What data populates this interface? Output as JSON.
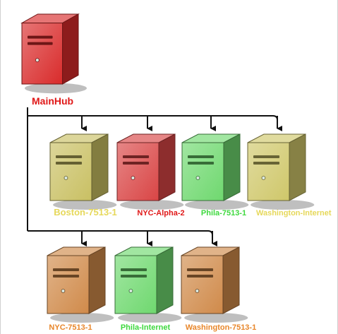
{
  "diagram": {
    "hub": {
      "label": "MainHub",
      "color": "#d92b2b",
      "label_color": "#e01818"
    },
    "servers": [
      {
        "label": "Boston-7513-1",
        "color": "#c9c063",
        "label_color": "#e6d85a",
        "icon": "server-icon"
      },
      {
        "label": "NYC-Alpha-2",
        "color": "#d94545",
        "label_color": "#e01818",
        "icon": "server-icon"
      },
      {
        "label": "Phila-7513-1",
        "color": "#6fd86f",
        "label_color": "#3ed83e",
        "icon": "server-icon"
      },
      {
        "label": "Washington-Internet",
        "color": "#cfc76a",
        "label_color": "#e6d85a",
        "icon": "server-icon"
      },
      {
        "label": "NYC-7513-1",
        "color": "#d08a4a",
        "label_color": "#e8862a",
        "icon": "server-icon"
      },
      {
        "label": "Phila-Internet",
        "color": "#6fd86f",
        "label_color": "#3ed83e",
        "icon": "server-icon"
      },
      {
        "label": "Washington-7513-1",
        "color": "#d08a4a",
        "label_color": "#e8862a",
        "icon": "server-icon"
      }
    ],
    "line_color": "#111111"
  }
}
